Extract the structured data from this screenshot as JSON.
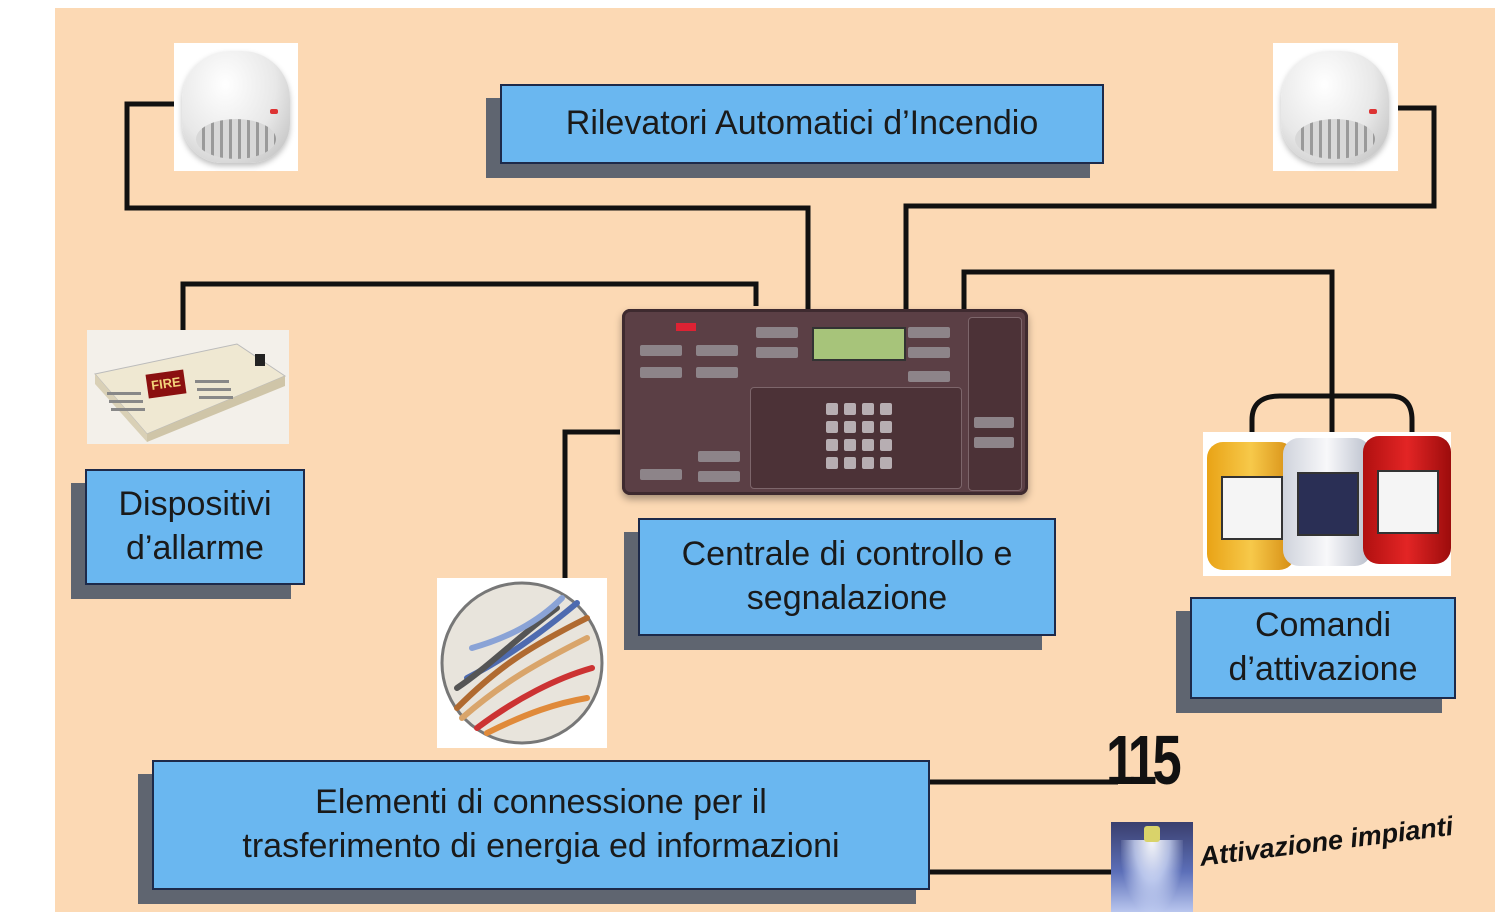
{
  "boxes": {
    "rilevatori": "Rilevatori Automatici d’Incendio",
    "dispositivi": "Dispositivi\nd’allarme",
    "centrale": "Centrale di controllo e\nsegnalazione",
    "comandi": "Comandi\nd’attivazione",
    "elementi": "Elementi di connessione per il\ntrasferimento di energia ed informazioni"
  },
  "outputs": {
    "emergency_number": "115",
    "activation": "Attivazione impianti"
  },
  "images": {
    "alarm_device_label": "FIRE"
  },
  "colors": {
    "background": "#fcd9b4",
    "box_fill": "#6ab7f0",
    "box_shadow": "#5f6570",
    "wire": "#111111"
  }
}
